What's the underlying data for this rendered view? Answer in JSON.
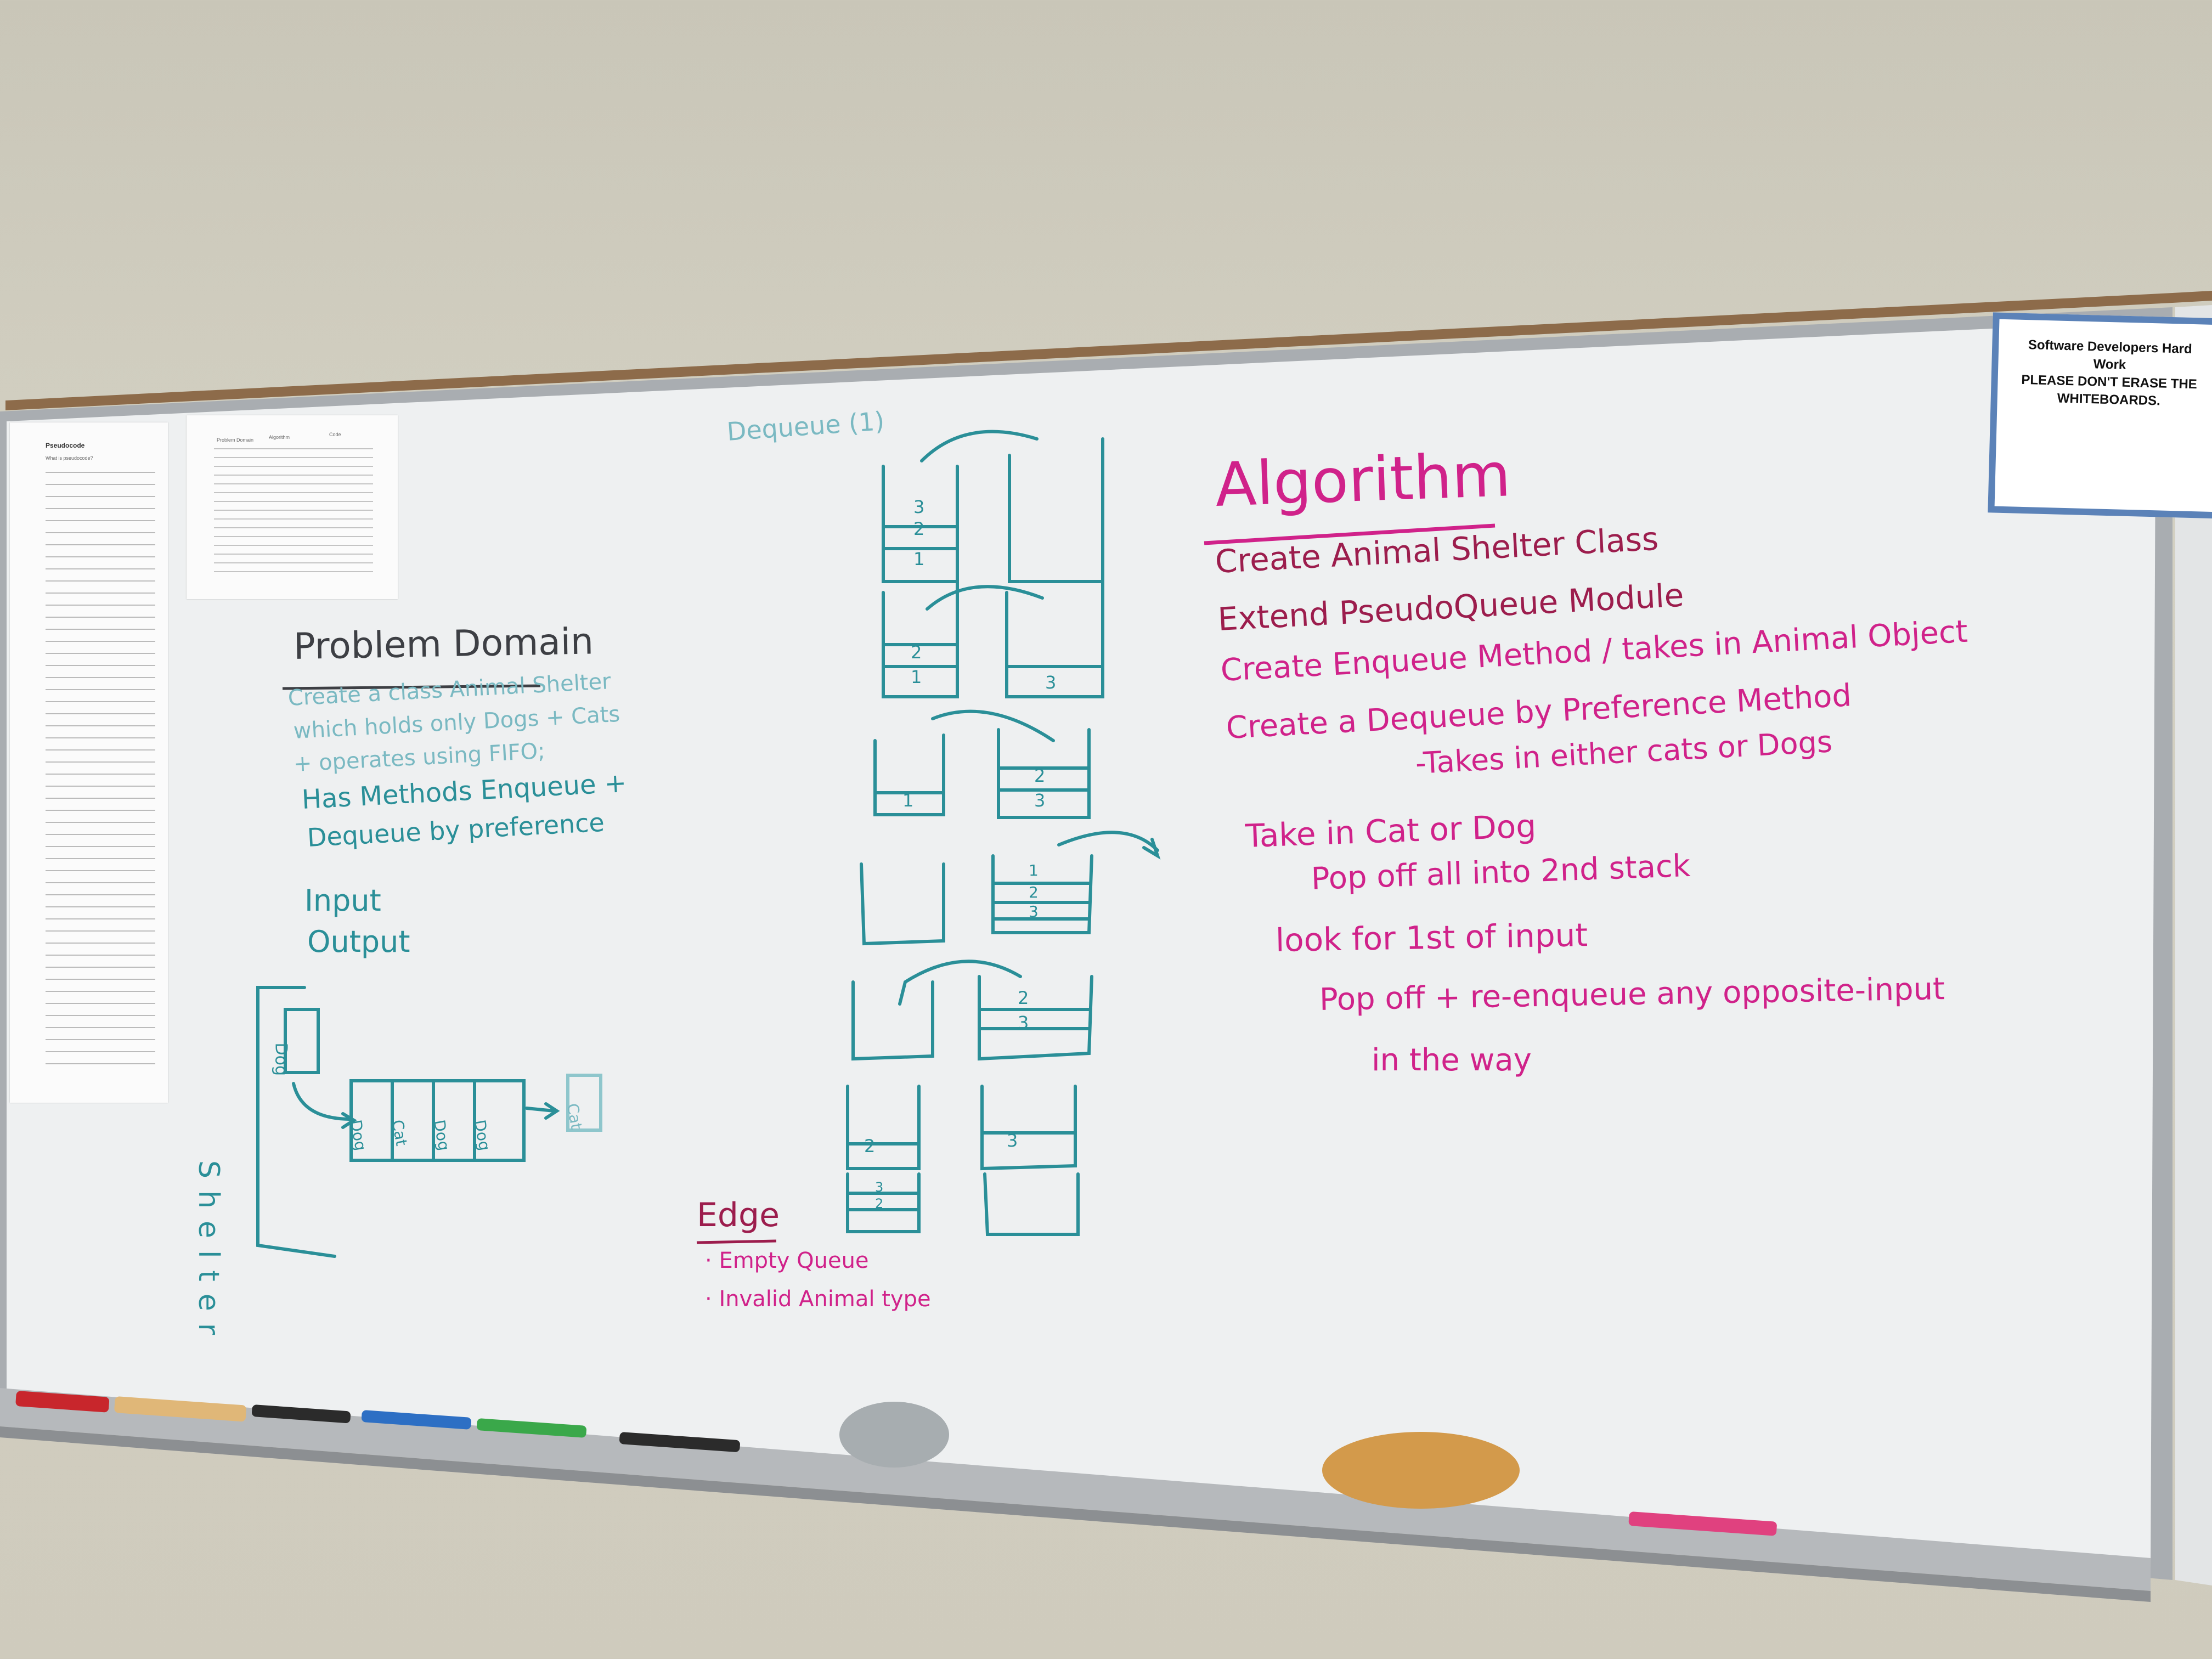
{
  "sign": {
    "line1": "Software Developers Hard",
    "line2": "Work",
    "line3": "PLEASE DON'T ERASE THE",
    "line4": "WHITEBOARDS."
  },
  "papers": {
    "left_title": "Pseudocode",
    "left_subtitle": "What is pseudocode?",
    "middle_heading1": "Problem Domain",
    "middle_heading2": "Algorithm",
    "middle_heading3": "Code"
  },
  "problem_domain": {
    "title": "Problem Domain",
    "line1": "Create a class Animal Shelter",
    "line2": "which holds only Dogs + Cats",
    "line3": "+ operates using FIFO;",
    "line4": "Has Methods Enqueue +",
    "line5": "Dequeue by preference",
    "input": "Input",
    "output": "Output"
  },
  "shelter_diagram": {
    "label": "Shelter",
    "incoming": "Dog",
    "queue": [
      "Dog",
      "Cat",
      "Dog",
      "Dog"
    ],
    "outgoing": "Cat"
  },
  "dequeue_diagram": {
    "title": "Dequeue (1)",
    "steps": [
      {
        "left": [
          "3",
          "2",
          "1"
        ],
        "right": []
      },
      {
        "left": [
          "2",
          "1"
        ],
        "right": [
          "3"
        ]
      },
      {
        "left": [
          "1"
        ],
        "right": [
          "2",
          "3"
        ]
      },
      {
        "left": [],
        "right": [
          "1",
          "2",
          "3"
        ]
      },
      {
        "left": [],
        "right": [
          "2",
          "3"
        ]
      },
      {
        "left": [
          "2"
        ],
        "right": [
          "3"
        ]
      },
      {
        "left": [
          "3",
          "2"
        ],
        "right": []
      }
    ]
  },
  "edge": {
    "title": "Edge",
    "items": [
      "Empty Queue",
      "Invalid Animal type"
    ]
  },
  "algorithm": {
    "title": "Algorithm",
    "lines": [
      "Create Animal Shelter Class",
      "Extend PseudoQueue Module",
      "Create Enqueue Method / takes in Animal Object",
      "Create a Dequeue by Preference Method",
      "-Takes in either cats or Dogs",
      "Take in Cat or Dog",
      "Pop off all into 2nd stack",
      "look for 1st of input",
      "Pop off + re-enqueue any opposite-input",
      "in the way"
    ]
  },
  "colors": {
    "teal": "#2a8f98",
    "magenta": "#d0228a",
    "wine": "#9c1d4d",
    "board": "#eef0f1",
    "frame": "#a9adb1",
    "cork": "#8d6b4a"
  }
}
